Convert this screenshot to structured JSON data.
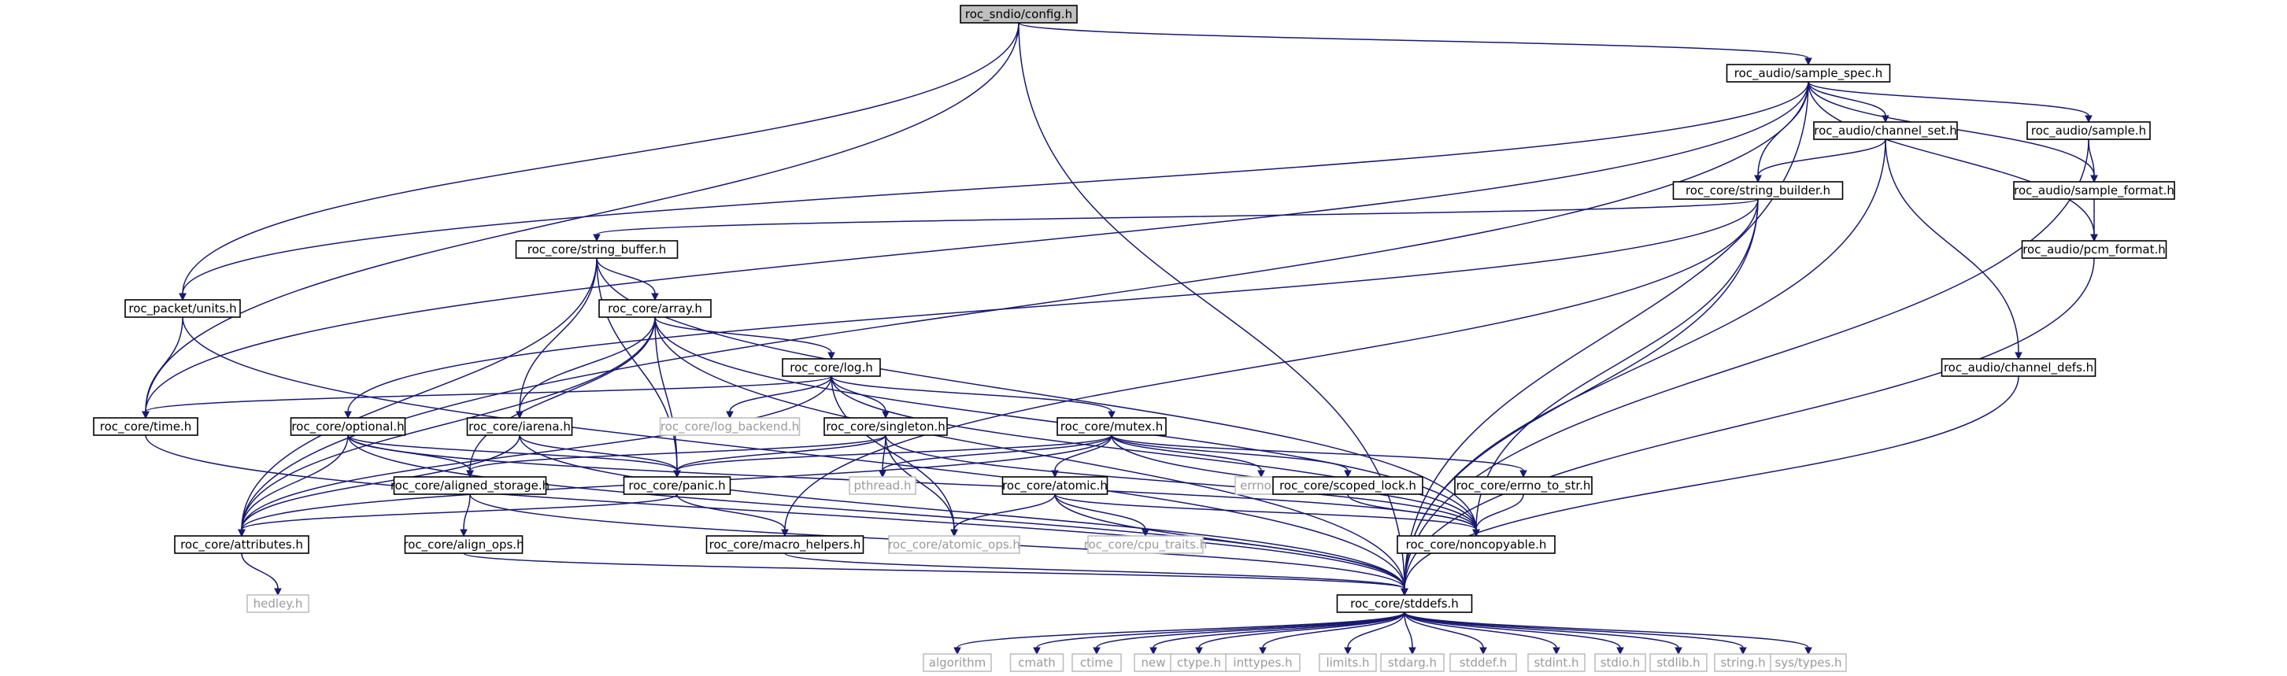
{
  "diagram": {
    "colors": {
      "edge": "#191970",
      "root_fill": "#bfbfbf",
      "node_border": "#000000",
      "ext_border": "#bfbfbf",
      "ext_text": "#9a9a9a"
    },
    "nodes": [
      {
        "id": "root",
        "label": "roc_sndio/config.h",
        "kind": "root"
      },
      {
        "id": "sample_spec",
        "label": "roc_audio/sample_spec.h",
        "kind": "file"
      },
      {
        "id": "channel_set",
        "label": "roc_audio/channel_set.h",
        "kind": "file"
      },
      {
        "id": "sample",
        "label": "roc_audio/sample.h",
        "kind": "file"
      },
      {
        "id": "string_builder",
        "label": "roc_core/string_builder.h",
        "kind": "file"
      },
      {
        "id": "sample_format",
        "label": "roc_audio/sample_format.h",
        "kind": "file"
      },
      {
        "id": "string_buffer",
        "label": "roc_core/string_buffer.h",
        "kind": "file"
      },
      {
        "id": "pcm_format",
        "label": "roc_audio/pcm_format.h",
        "kind": "file"
      },
      {
        "id": "units",
        "label": "roc_packet/units.h",
        "kind": "file"
      },
      {
        "id": "array",
        "label": "roc_core/array.h",
        "kind": "file"
      },
      {
        "id": "channel_defs",
        "label": "roc_audio/channel_defs.h",
        "kind": "file"
      },
      {
        "id": "log",
        "label": "roc_core/log.h",
        "kind": "file"
      },
      {
        "id": "time",
        "label": "roc_core/time.h",
        "kind": "file"
      },
      {
        "id": "optional",
        "label": "roc_core/optional.h",
        "kind": "file"
      },
      {
        "id": "iarena",
        "label": "roc_core/iarena.h",
        "kind": "file"
      },
      {
        "id": "log_backend",
        "label": "roc_core/log_backend.h",
        "kind": "ext"
      },
      {
        "id": "singleton",
        "label": "roc_core/singleton.h",
        "kind": "file"
      },
      {
        "id": "mutex",
        "label": "roc_core/mutex.h",
        "kind": "file"
      },
      {
        "id": "aligned_storage",
        "label": "roc_core/aligned_storage.h",
        "kind": "file"
      },
      {
        "id": "panic",
        "label": "roc_core/panic.h",
        "kind": "file"
      },
      {
        "id": "pthread",
        "label": "pthread.h",
        "kind": "ext"
      },
      {
        "id": "atomic",
        "label": "roc_core/atomic.h",
        "kind": "file"
      },
      {
        "id": "errno",
        "label": "errno.h",
        "kind": "ext"
      },
      {
        "id": "scoped_lock",
        "label": "roc_core/scoped_lock.h",
        "kind": "file"
      },
      {
        "id": "errno_to_str",
        "label": "roc_core/errno_to_str.h",
        "kind": "file"
      },
      {
        "id": "attributes",
        "label": "roc_core/attributes.h",
        "kind": "file"
      },
      {
        "id": "align_ops",
        "label": "roc_core/align_ops.h",
        "kind": "file"
      },
      {
        "id": "macro_helpers",
        "label": "roc_core/macro_helpers.h",
        "kind": "file"
      },
      {
        "id": "atomic_ops",
        "label": "roc_core/atomic_ops.h",
        "kind": "ext"
      },
      {
        "id": "cpu_traits",
        "label": "roc_core/cpu_traits.h",
        "kind": "ext"
      },
      {
        "id": "noncopyable",
        "label": "roc_core/noncopyable.h",
        "kind": "file"
      },
      {
        "id": "hedley",
        "label": "hedley.h",
        "kind": "ext"
      },
      {
        "id": "stddefs",
        "label": "roc_core/stddefs.h",
        "kind": "file"
      },
      {
        "id": "algorithm",
        "label": "algorithm",
        "kind": "ext"
      },
      {
        "id": "cmath",
        "label": "cmath",
        "kind": "ext"
      },
      {
        "id": "ctime",
        "label": "ctime",
        "kind": "ext"
      },
      {
        "id": "new",
        "label": "new",
        "kind": "ext"
      },
      {
        "id": "ctype",
        "label": "ctype.h",
        "kind": "ext"
      },
      {
        "id": "inttypes",
        "label": "inttypes.h",
        "kind": "ext"
      },
      {
        "id": "limits",
        "label": "limits.h",
        "kind": "ext"
      },
      {
        "id": "stdarg",
        "label": "stdarg.h",
        "kind": "ext"
      },
      {
        "id": "stddef",
        "label": "stddef.h",
        "kind": "ext"
      },
      {
        "id": "stdint",
        "label": "stdint.h",
        "kind": "ext"
      },
      {
        "id": "stdio",
        "label": "stdio.h",
        "kind": "ext"
      },
      {
        "id": "stdlib",
        "label": "stdlib.h",
        "kind": "ext"
      },
      {
        "id": "string",
        "label": "string.h",
        "kind": "ext"
      },
      {
        "id": "sys_types",
        "label": "sys/types.h",
        "kind": "ext"
      }
    ],
    "edges": [
      [
        "root",
        "sample_spec"
      ],
      [
        "root",
        "units"
      ],
      [
        "root",
        "time"
      ],
      [
        "root",
        "stddefs"
      ],
      [
        "sample_spec",
        "channel_set"
      ],
      [
        "sample_spec",
        "sample"
      ],
      [
        "sample_spec",
        "string_builder"
      ],
      [
        "sample_spec",
        "sample_format"
      ],
      [
        "sample_spec",
        "pcm_format"
      ],
      [
        "sample_spec",
        "units"
      ],
      [
        "sample_spec",
        "time"
      ],
      [
        "sample_spec",
        "attributes"
      ],
      [
        "sample_spec",
        "stddefs"
      ],
      [
        "channel_set",
        "string_builder"
      ],
      [
        "channel_set",
        "channel_defs"
      ],
      [
        "channel_set",
        "stddefs"
      ],
      [
        "sample",
        "sample_format"
      ],
      [
        "sample",
        "stddefs"
      ],
      [
        "sample_format",
        "pcm_format"
      ],
      [
        "pcm_format",
        "stddefs"
      ],
      [
        "string_builder",
        "string_buffer"
      ],
      [
        "string_builder",
        "optional"
      ],
      [
        "string_builder",
        "macro_helpers"
      ],
      [
        "string_builder",
        "noncopyable"
      ],
      [
        "string_builder",
        "stddefs"
      ],
      [
        "string_buffer",
        "array"
      ],
      [
        "string_buffer",
        "iarena"
      ],
      [
        "string_buffer",
        "panic"
      ],
      [
        "string_buffer",
        "noncopyable"
      ],
      [
        "string_buffer",
        "attributes"
      ],
      [
        "units",
        "time"
      ],
      [
        "units",
        "stddefs"
      ],
      [
        "array",
        "log"
      ],
      [
        "array",
        "iarena"
      ],
      [
        "array",
        "aligned_storage"
      ],
      [
        "array",
        "panic"
      ],
      [
        "array",
        "attributes"
      ],
      [
        "array",
        "noncopyable"
      ],
      [
        "array",
        "stddefs"
      ],
      [
        "channel_defs",
        "stddefs"
      ],
      [
        "log",
        "log_backend"
      ],
      [
        "log",
        "singleton"
      ],
      [
        "log",
        "mutex"
      ],
      [
        "log",
        "time"
      ],
      [
        "log",
        "attributes"
      ],
      [
        "log",
        "atomic_ops"
      ],
      [
        "log",
        "noncopyable"
      ],
      [
        "time",
        "stddefs"
      ],
      [
        "optional",
        "aligned_storage"
      ],
      [
        "optional",
        "panic"
      ],
      [
        "optional",
        "attributes"
      ],
      [
        "optional",
        "noncopyable"
      ],
      [
        "optional",
        "stddefs"
      ],
      [
        "iarena",
        "attributes"
      ],
      [
        "iarena",
        "panic"
      ],
      [
        "iarena",
        "stddefs"
      ],
      [
        "singleton",
        "aligned_storage"
      ],
      [
        "singleton",
        "panic"
      ],
      [
        "singleton",
        "pthread"
      ],
      [
        "singleton",
        "atomic_ops"
      ],
      [
        "singleton",
        "noncopyable"
      ],
      [
        "mutex",
        "atomic"
      ],
      [
        "mutex",
        "errno"
      ],
      [
        "mutex",
        "scoped_lock"
      ],
      [
        "mutex",
        "errno_to_str"
      ],
      [
        "mutex",
        "pthread"
      ],
      [
        "mutex",
        "panic"
      ],
      [
        "mutex",
        "attributes"
      ],
      [
        "mutex",
        "noncopyable"
      ],
      [
        "aligned_storage",
        "align_ops"
      ],
      [
        "aligned_storage",
        "stddefs"
      ],
      [
        "panic",
        "attributes"
      ],
      [
        "panic",
        "macro_helpers"
      ],
      [
        "atomic",
        "atomic_ops"
      ],
      [
        "atomic",
        "cpu_traits"
      ],
      [
        "atomic",
        "noncopyable"
      ],
      [
        "atomic",
        "stddefs"
      ],
      [
        "scoped_lock",
        "noncopyable"
      ],
      [
        "errno_to_str",
        "noncopyable"
      ],
      [
        "attributes",
        "hedley"
      ],
      [
        "align_ops",
        "stddefs"
      ],
      [
        "macro_helpers",
        "stddefs"
      ],
      [
        "stddefs",
        "algorithm"
      ],
      [
        "stddefs",
        "cmath"
      ],
      [
        "stddefs",
        "ctime"
      ],
      [
        "stddefs",
        "new"
      ],
      [
        "stddefs",
        "ctype"
      ],
      [
        "stddefs",
        "inttypes"
      ],
      [
        "stddefs",
        "limits"
      ],
      [
        "stddefs",
        "stdarg"
      ],
      [
        "stddefs",
        "stddef"
      ],
      [
        "stddefs",
        "stdint"
      ],
      [
        "stddefs",
        "stdio"
      ],
      [
        "stddefs",
        "stdlib"
      ],
      [
        "stddefs",
        "string"
      ],
      [
        "stddefs",
        "sys_types"
      ]
    ]
  }
}
